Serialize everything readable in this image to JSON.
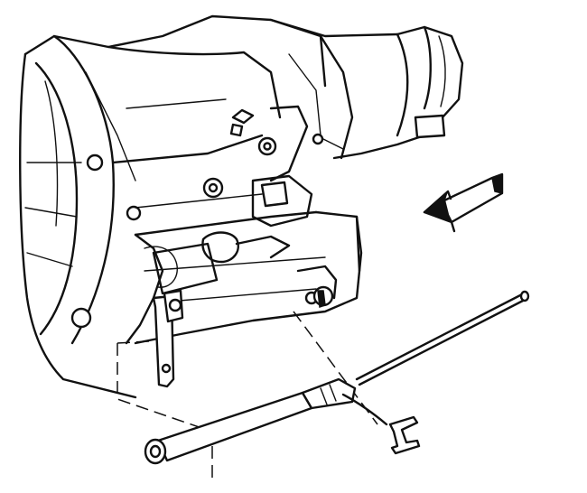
{
  "figure": {
    "background": "#ffffff",
    "line_color": "#111111"
  },
  "parts": [
    {
      "id": "transmission-case",
      "icon": "transmission-housing"
    },
    {
      "id": "extension-housing",
      "icon": "tailshaft-housing"
    },
    {
      "id": "valve-body-area",
      "icon": "valve-body"
    },
    {
      "id": "shift-linkage-bracket",
      "icon": "bracket"
    },
    {
      "id": "cable-rod",
      "icon": "rod"
    },
    {
      "id": "cable-sleeve",
      "icon": "sleeve"
    },
    {
      "id": "retaining-clip",
      "icon": "clip"
    },
    {
      "id": "direction-arrow",
      "icon": "arrow-left-down"
    }
  ]
}
